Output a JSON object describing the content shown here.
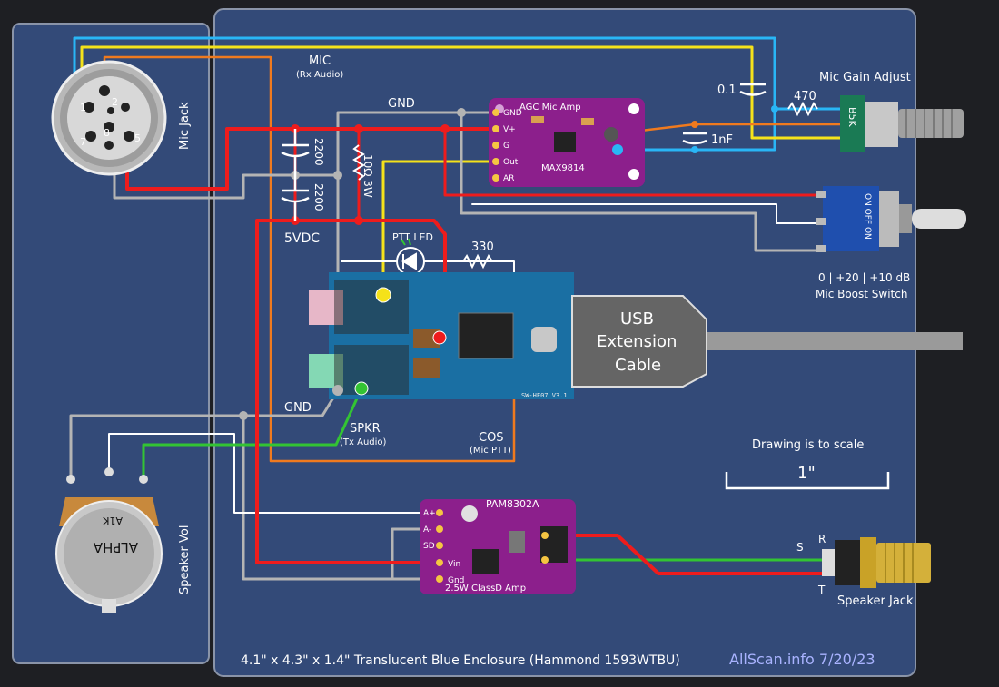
{
  "labels": {
    "mic_jack": "Mic Jack",
    "pin1": "1",
    "pin2": "2",
    "pin5": "5",
    "pin7": "7",
    "pin8": "8",
    "mic": "MIC",
    "rx_audio": "(Rx Audio)",
    "gnd_top": "GND",
    "cap1": "2200",
    "cap2": "2200",
    "resistor_10": "10Ω 3W",
    "vdc": "5VDC",
    "ptt_led": "PTT LED",
    "r330": "330",
    "agc_mic_amp": "AGC Mic Amp",
    "max9814": "MAX9814",
    "agc_pins": [
      "GND",
      "V+",
      "G",
      "Out",
      "AR"
    ],
    "c01": "0.1",
    "r470": "470",
    "c1nf": "1nF",
    "mic_gain_adjust": "Mic Gain Adjust",
    "b5k": "B5K",
    "mic_boost_switch_title": "0 | +20 | +10 dB",
    "mic_boost_switch_sub": "Mic Boost Switch",
    "usb_cable": [
      "USB",
      "Extension",
      "Cable"
    ],
    "gnd_mid": "GND",
    "spkr": "SPKR",
    "tx_audio": "(Tx Audio)",
    "cos": "COS",
    "mic_ptt": "(Mic PTT)",
    "scale_title": "Drawing is to scale",
    "scale_value": "1\"",
    "pam8302a": "PAM8302A",
    "pam_sub": "2.5W ClassD Amp",
    "pam_pins": [
      "A+",
      "A-",
      "SD",
      "Vin",
      "Gnd"
    ],
    "speaker_vol": "Speaker Vol",
    "alpha": "ALPHA",
    "a1k": "A1K",
    "jack_s": "S",
    "jack_r": "R",
    "jack_t": "T",
    "speaker_jack": "Speaker Jack",
    "enclosure": "4.1\" x 4.3\" x 1.4\" Translucent Blue Enclosure (Hammond 1593WTBU)",
    "credit": "AllScan.info 7/20/23",
    "switch_text": "ON OFF ON",
    "usb_board": "SW-HF07 V3.1"
  },
  "colors": {
    "background": "#1e1f23",
    "panel": "#334a78",
    "panel_border": "#8a94a8",
    "wire_red": "#ee1c1c",
    "wire_gray": "#b4b4b4",
    "wire_blue": "#29b6f6",
    "wire_yellow": "#f5e21a",
    "wire_orange": "#f07a1e",
    "wire_green": "#33c433",
    "wire_white": "#ffffff",
    "pcb_purple": "#8c1f8c",
    "pcb_blue": "#1a6fa3",
    "credit": "#a9b3ff"
  }
}
